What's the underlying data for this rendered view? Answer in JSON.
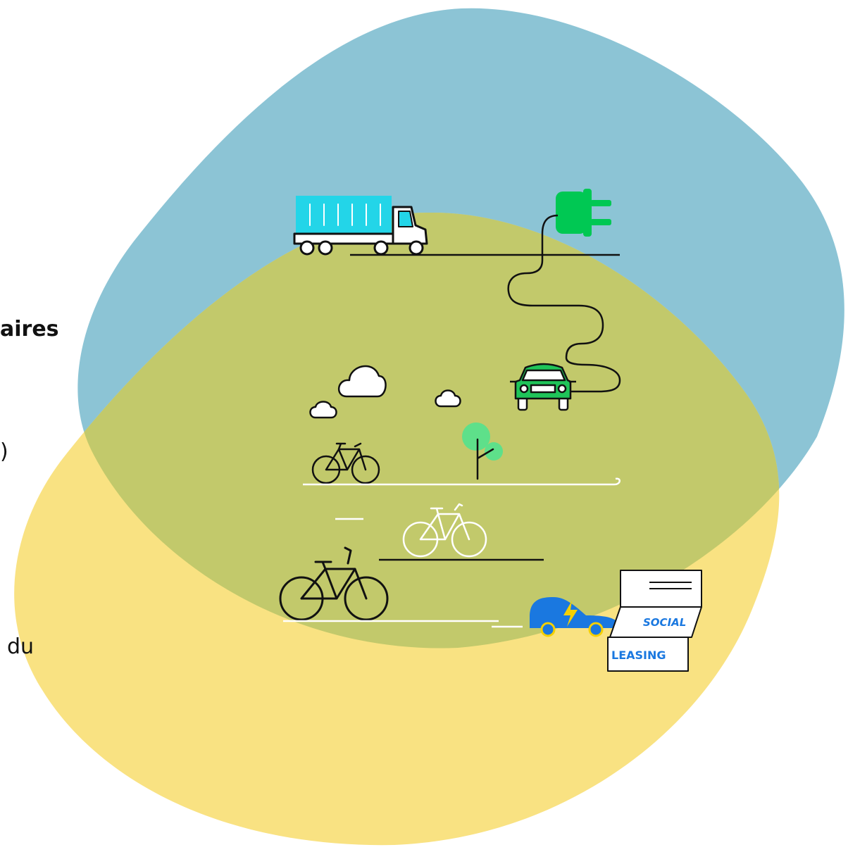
{
  "text_fragments": [
    {
      "text": "aires"
    },
    {
      "text": ")"
    },
    {
      "text": "du"
    }
  ],
  "leasing_card": {
    "line1": "SOCIAL",
    "line2": "LEASING"
  },
  "colors": {
    "blue_blob": "#8cc4d5",
    "yellow_blob": "#f9e282",
    "overlap": "#c2c96b",
    "truck_body": "#23d5e8",
    "plug": "#00c853",
    "car_green": "#1fc459",
    "tree": "#5ee08a",
    "ev_car": "#1a78e0",
    "lightning": "#f5d000",
    "leasing_text": "#1a78e0"
  },
  "icons": [
    "truck-icon",
    "plug-icon",
    "green-car-icon",
    "cloud-icon",
    "bicycle-icon",
    "tree-icon",
    "electric-car-icon",
    "leasing-document-icon"
  ]
}
